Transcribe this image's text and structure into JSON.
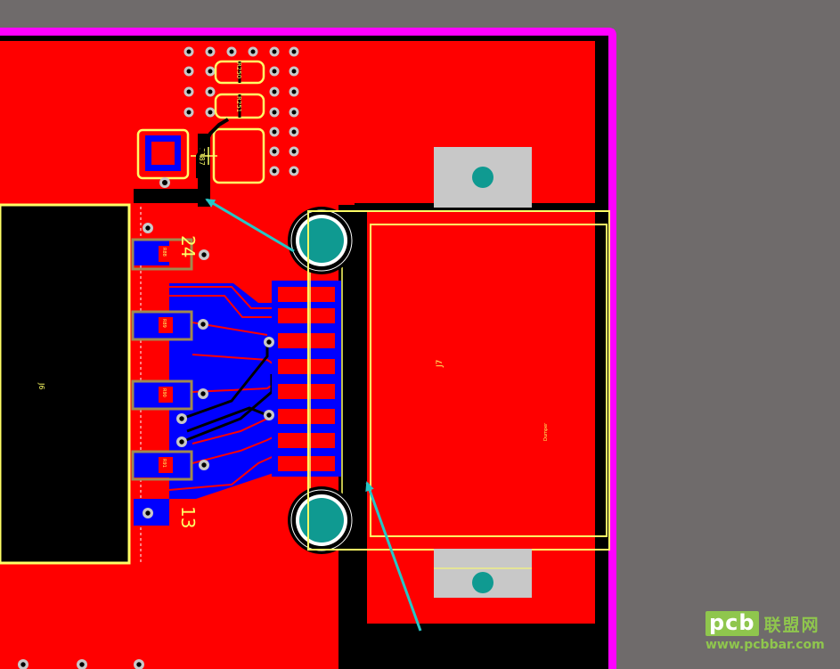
{
  "designators": {
    "c187": "C187",
    "r250": "R250",
    "r251": "R251",
    "j6": "J6",
    "j7": "J7",
    "j7_sub": "Dumper",
    "r_a": "R88",
    "r_b": "R89",
    "r_c": "R90",
    "r_d": "R91"
  },
  "pin_labels": {
    "top": "24",
    "bottom": "13"
  },
  "watermark": {
    "logo": "pcb",
    "brand_cn": "联盟网",
    "url": "www.pcbbar.com"
  },
  "colors": {
    "background": "#6f6b6b",
    "top_copper": "#ff0000",
    "bottom_copper": "#0000ff",
    "silkscreen": "#ffff66",
    "board_outline": "#ff00ff",
    "pad": "#0f9a91",
    "arrow": "#27c6c6"
  }
}
